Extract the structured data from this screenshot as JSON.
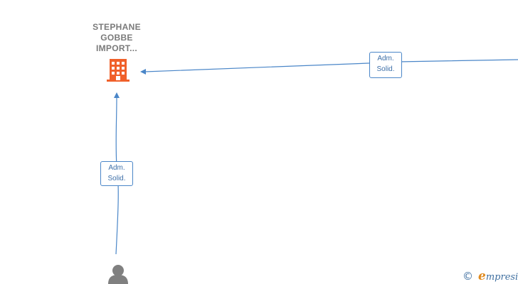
{
  "company": {
    "name_lines": [
      "STEPHANE",
      "GOBBE",
      "IMPORT..."
    ],
    "icon": "building-icon",
    "color": "#f0602a"
  },
  "edges": [
    {
      "label_lines": [
        "Adm.",
        "Solid."
      ],
      "from": "offscreen-right",
      "to": "company"
    },
    {
      "label_lines": [
        "Adm.",
        "Solid."
      ],
      "from": "person",
      "to": "company"
    }
  ],
  "person": {
    "icon": "person-icon",
    "color": "#808080"
  },
  "edge_color": "#4a86c8",
  "footer": {
    "copyright_symbol": "©",
    "brand_initial": "e",
    "brand_rest": "mpresia"
  }
}
